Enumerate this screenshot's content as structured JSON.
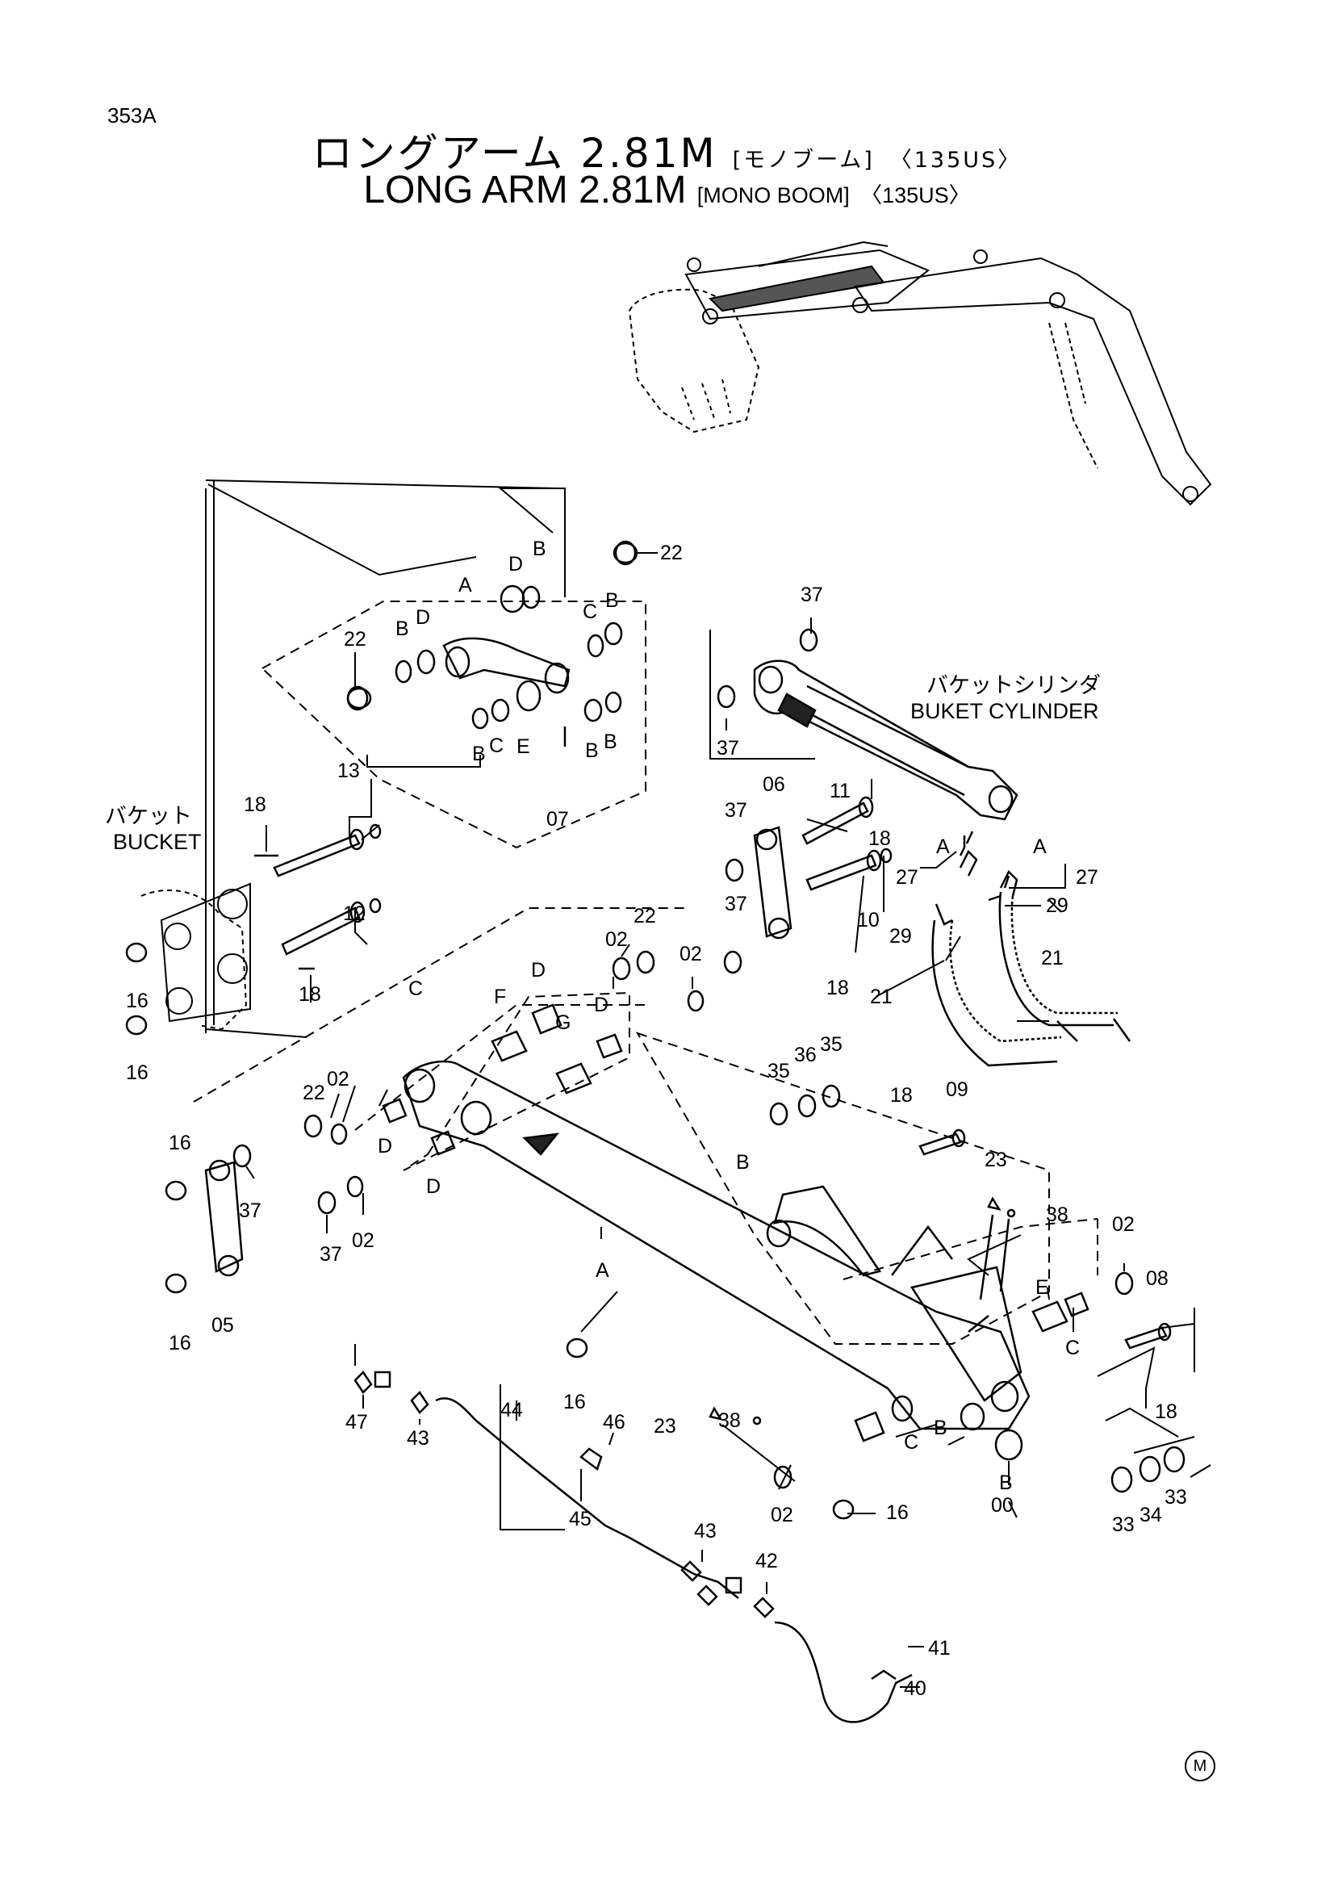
{
  "page": {
    "number": "353A",
    "mark": "M"
  },
  "title": {
    "jp_main": "ロングアーム 2.81M",
    "jp_boom": "[モノブーム]",
    "jp_model": "〈135US〉",
    "en_main": "LONG ARM 2.81M",
    "en_boom": "[MONO BOOM]",
    "en_model": "〈135US〉"
  },
  "component_labels": {
    "bucket_jp": "バケット",
    "bucket_en": "BUCKET",
    "cylinder_jp": "バケットシリンダ",
    "cylinder_en": "BUKET CYLINDER"
  },
  "callouts": {
    "c22a": "22",
    "c22b": "22",
    "c22c": "22",
    "c22d": "22",
    "c37a": "37",
    "c37b": "37",
    "c37c": "37",
    "c37d": "37",
    "c37e": "37",
    "c37f": "37",
    "c13": "13",
    "c18a": "18",
    "c18b": "18",
    "c18c": "18",
    "c18d": "18",
    "c18e": "18",
    "c18f": "18",
    "c12": "12",
    "c16a": "16",
    "c16b": "16",
    "c16c": "16",
    "c16d": "16",
    "c16e": "16",
    "c16f": "16",
    "c07": "07",
    "c06": "06",
    "c11": "11",
    "c10": "10",
    "c05": "05",
    "c09": "09",
    "c08": "08",
    "c00": "00",
    "c27a": "27",
    "c27b": "27",
    "c29a": "29",
    "c29b": "29",
    "c21a": "21",
    "c21b": "21",
    "c02a": "02",
    "c02b": "02",
    "c02c": "02",
    "c02d": "02",
    "c02e": "02",
    "c02f": "02",
    "c35a": "35",
    "c35b": "35",
    "c36": "36",
    "c23a": "23",
    "c23b": "23",
    "c38a": "38",
    "c38b": "38",
    "c33a": "33",
    "c33b": "33",
    "c34": "34",
    "c47": "47",
    "c43a": "43",
    "c43b": "43",
    "c44": "44",
    "c45": "45",
    "c46": "46",
    "c42": "42",
    "c41": "41",
    "c40": "40",
    "lA1": "A",
    "lA2": "A",
    "lA3": "A",
    "lA4": "A",
    "lB1": "B",
    "lB2": "B",
    "lB3": "B",
    "lB4": "B",
    "lB5": "B",
    "lB6": "B",
    "lB7": "B",
    "lB8": "B",
    "lB9": "B",
    "lC1": "C",
    "lC2": "C",
    "lC3": "C",
    "lC4": "C",
    "lC5": "C",
    "lD1": "D",
    "lD2": "D",
    "lD3": "D",
    "lD4": "D",
    "lD5": "D",
    "lD6": "D",
    "lE1": "E",
    "lE2": "E",
    "lF": "F",
    "lG": "G"
  }
}
